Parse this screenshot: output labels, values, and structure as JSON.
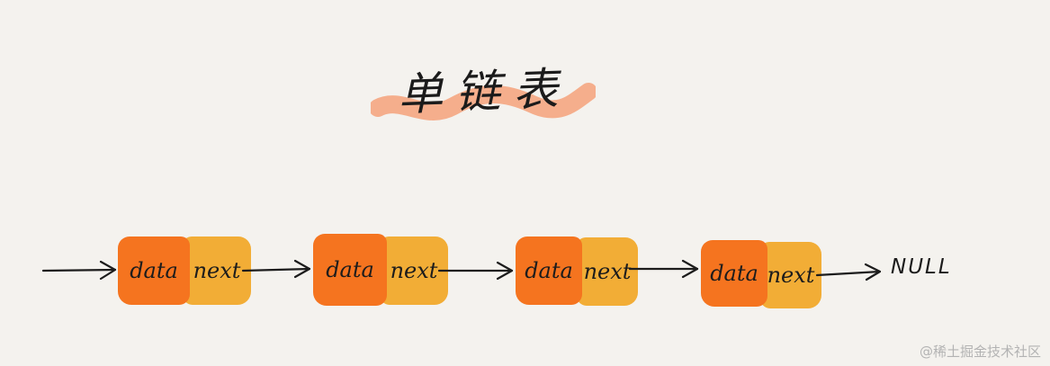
{
  "diagram": {
    "title": "单链表",
    "nodes": [
      {
        "data_label": "data",
        "next_label": "next"
      },
      {
        "data_label": "data",
        "next_label": "next"
      },
      {
        "data_label": "data",
        "next_label": "next"
      },
      {
        "data_label": "data",
        "next_label": "next"
      }
    ],
    "terminal": "NULL",
    "colors": {
      "background": "#f4f2ee",
      "data_cell": "#f5741f",
      "next_cell": "#f2ad36",
      "title_highlight": "#f4a27a",
      "ink": "#1c1c1c"
    }
  },
  "watermark": "@稀土掘金技术社区"
}
